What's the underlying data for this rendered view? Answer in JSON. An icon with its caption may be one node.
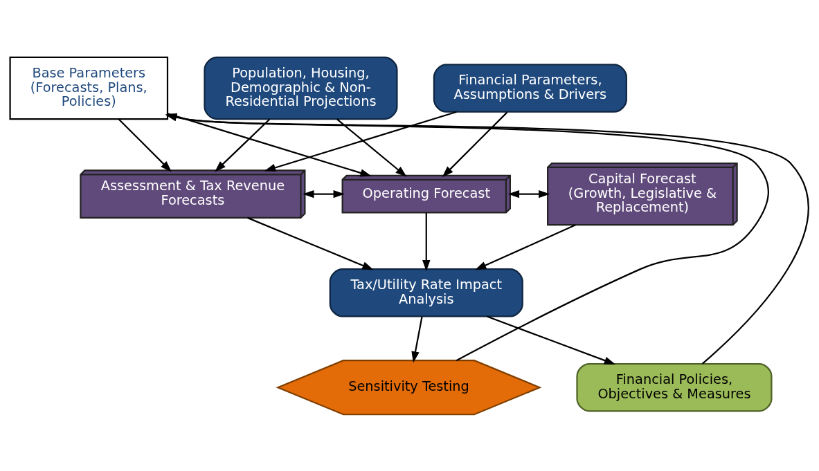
{
  "diagram": {
    "nodes": [
      {
        "text": [
          "Base Parameters (Forecasts, Plans, Policies)"
        ]
      },
      {
        "text": [
          "Population, Housing, Demographic & Non-Residential Projections"
        ]
      },
      {
        "text": [
          "Financial Parameters, Assumptions & Drivers"
        ]
      },
      {
        "text": [
          "Assessment & Tax Revenue Forecasts"
        ]
      },
      {
        "text": [
          "Operating Forecast"
        ]
      },
      {
        "text": [
          "Capital Forecast (Growth, Legislative & Replacement)"
        ]
      },
      {
        "text": [
          "Tax/Utility Rate Impact Analysis"
        ]
      },
      {
        "text": [
          "Sensitivity Testing"
        ]
      },
      {
        "text": [
          "Financial Policies, Objectives & Measures"
        ]
      }
    ],
    "edges": [
      {
        "from": 0,
        "to": 3,
        "arrow": "to"
      },
      {
        "from": 0,
        "to": 4,
        "arrow": "to"
      },
      {
        "from": 1,
        "to": 3,
        "arrow": "to"
      },
      {
        "from": 1,
        "to": 4,
        "arrow": "to"
      },
      {
        "from": 2,
        "to": 3,
        "arrow": "to"
      },
      {
        "from": 2,
        "to": 4,
        "arrow": "to"
      },
      {
        "from": 3,
        "to": 4,
        "arrow": "both"
      },
      {
        "from": 4,
        "to": 5,
        "arrow": "both"
      },
      {
        "from": 3,
        "to": 6,
        "arrow": "to"
      },
      {
        "from": 4,
        "to": 6,
        "arrow": "to"
      },
      {
        "from": 5,
        "to": 6,
        "arrow": "to"
      },
      {
        "from": 6,
        "to": 7,
        "arrow": "to"
      },
      {
        "from": 6,
        "to": 8,
        "arrow": "to"
      },
      {
        "from": 7,
        "to": 0,
        "arrow": "to"
      },
      {
        "from": 8,
        "to": 0,
        "arrow": "to"
      }
    ]
  }
}
